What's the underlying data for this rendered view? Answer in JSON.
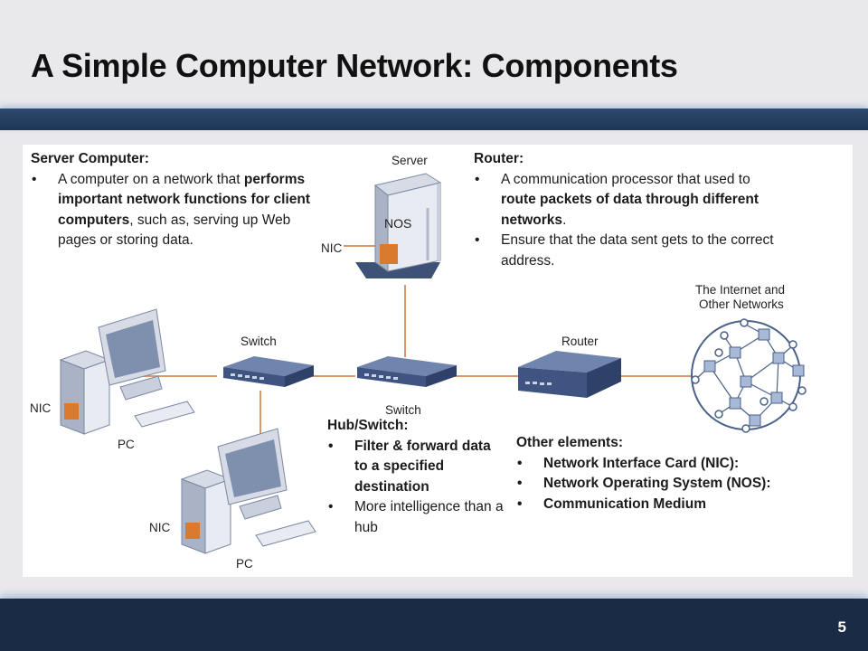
{
  "title": "A Simple Computer Network: Components",
  "server_block": {
    "heading": "Server Computer:",
    "bullet1": [
      {
        "t": "A computer on a network that ",
        "b": false
      },
      {
        "t": "performs important network functions for client computers",
        "b": true
      },
      {
        "t": ", such as, serving up Web pages or storing data.",
        "b": false
      }
    ]
  },
  "router_block": {
    "heading": "Router:",
    "bullet1": [
      {
        "t": "A communication processor that used to ",
        "b": false
      },
      {
        "t": "route packets of data through different networks",
        "b": true
      },
      {
        "t": ".",
        "b": false
      }
    ],
    "bullet2": "Ensure that the data sent gets to the correct address."
  },
  "hub_block": {
    "heading": "Hub/Switch:",
    "bullet1": "Filter & forward data to a specified destination",
    "bullet2": "More intelligence than a hub"
  },
  "other_block": {
    "heading": "Other elements:",
    "items": [
      "Network Interface Card (NIC):",
      "Network Operating System (NOS):",
      "Communication Medium"
    ]
  },
  "diagram": {
    "server_label": "Server",
    "nos_label": "NOS",
    "nic_server": "NIC",
    "switch_left": "Switch",
    "switch_center": "Switch",
    "router_label": "Router",
    "internet_line1": "The Internet and",
    "internet_line2": "Other Networks",
    "nic_pc1": "NIC",
    "pc1_label": "PC",
    "nic_pc2": "NIC",
    "pc2_label": "PC"
  },
  "page_number": "5",
  "colors": {
    "cable": "#d89a6c",
    "device": "#4b6189",
    "nic": "#d97a2e",
    "bar": "#1f3556"
  }
}
